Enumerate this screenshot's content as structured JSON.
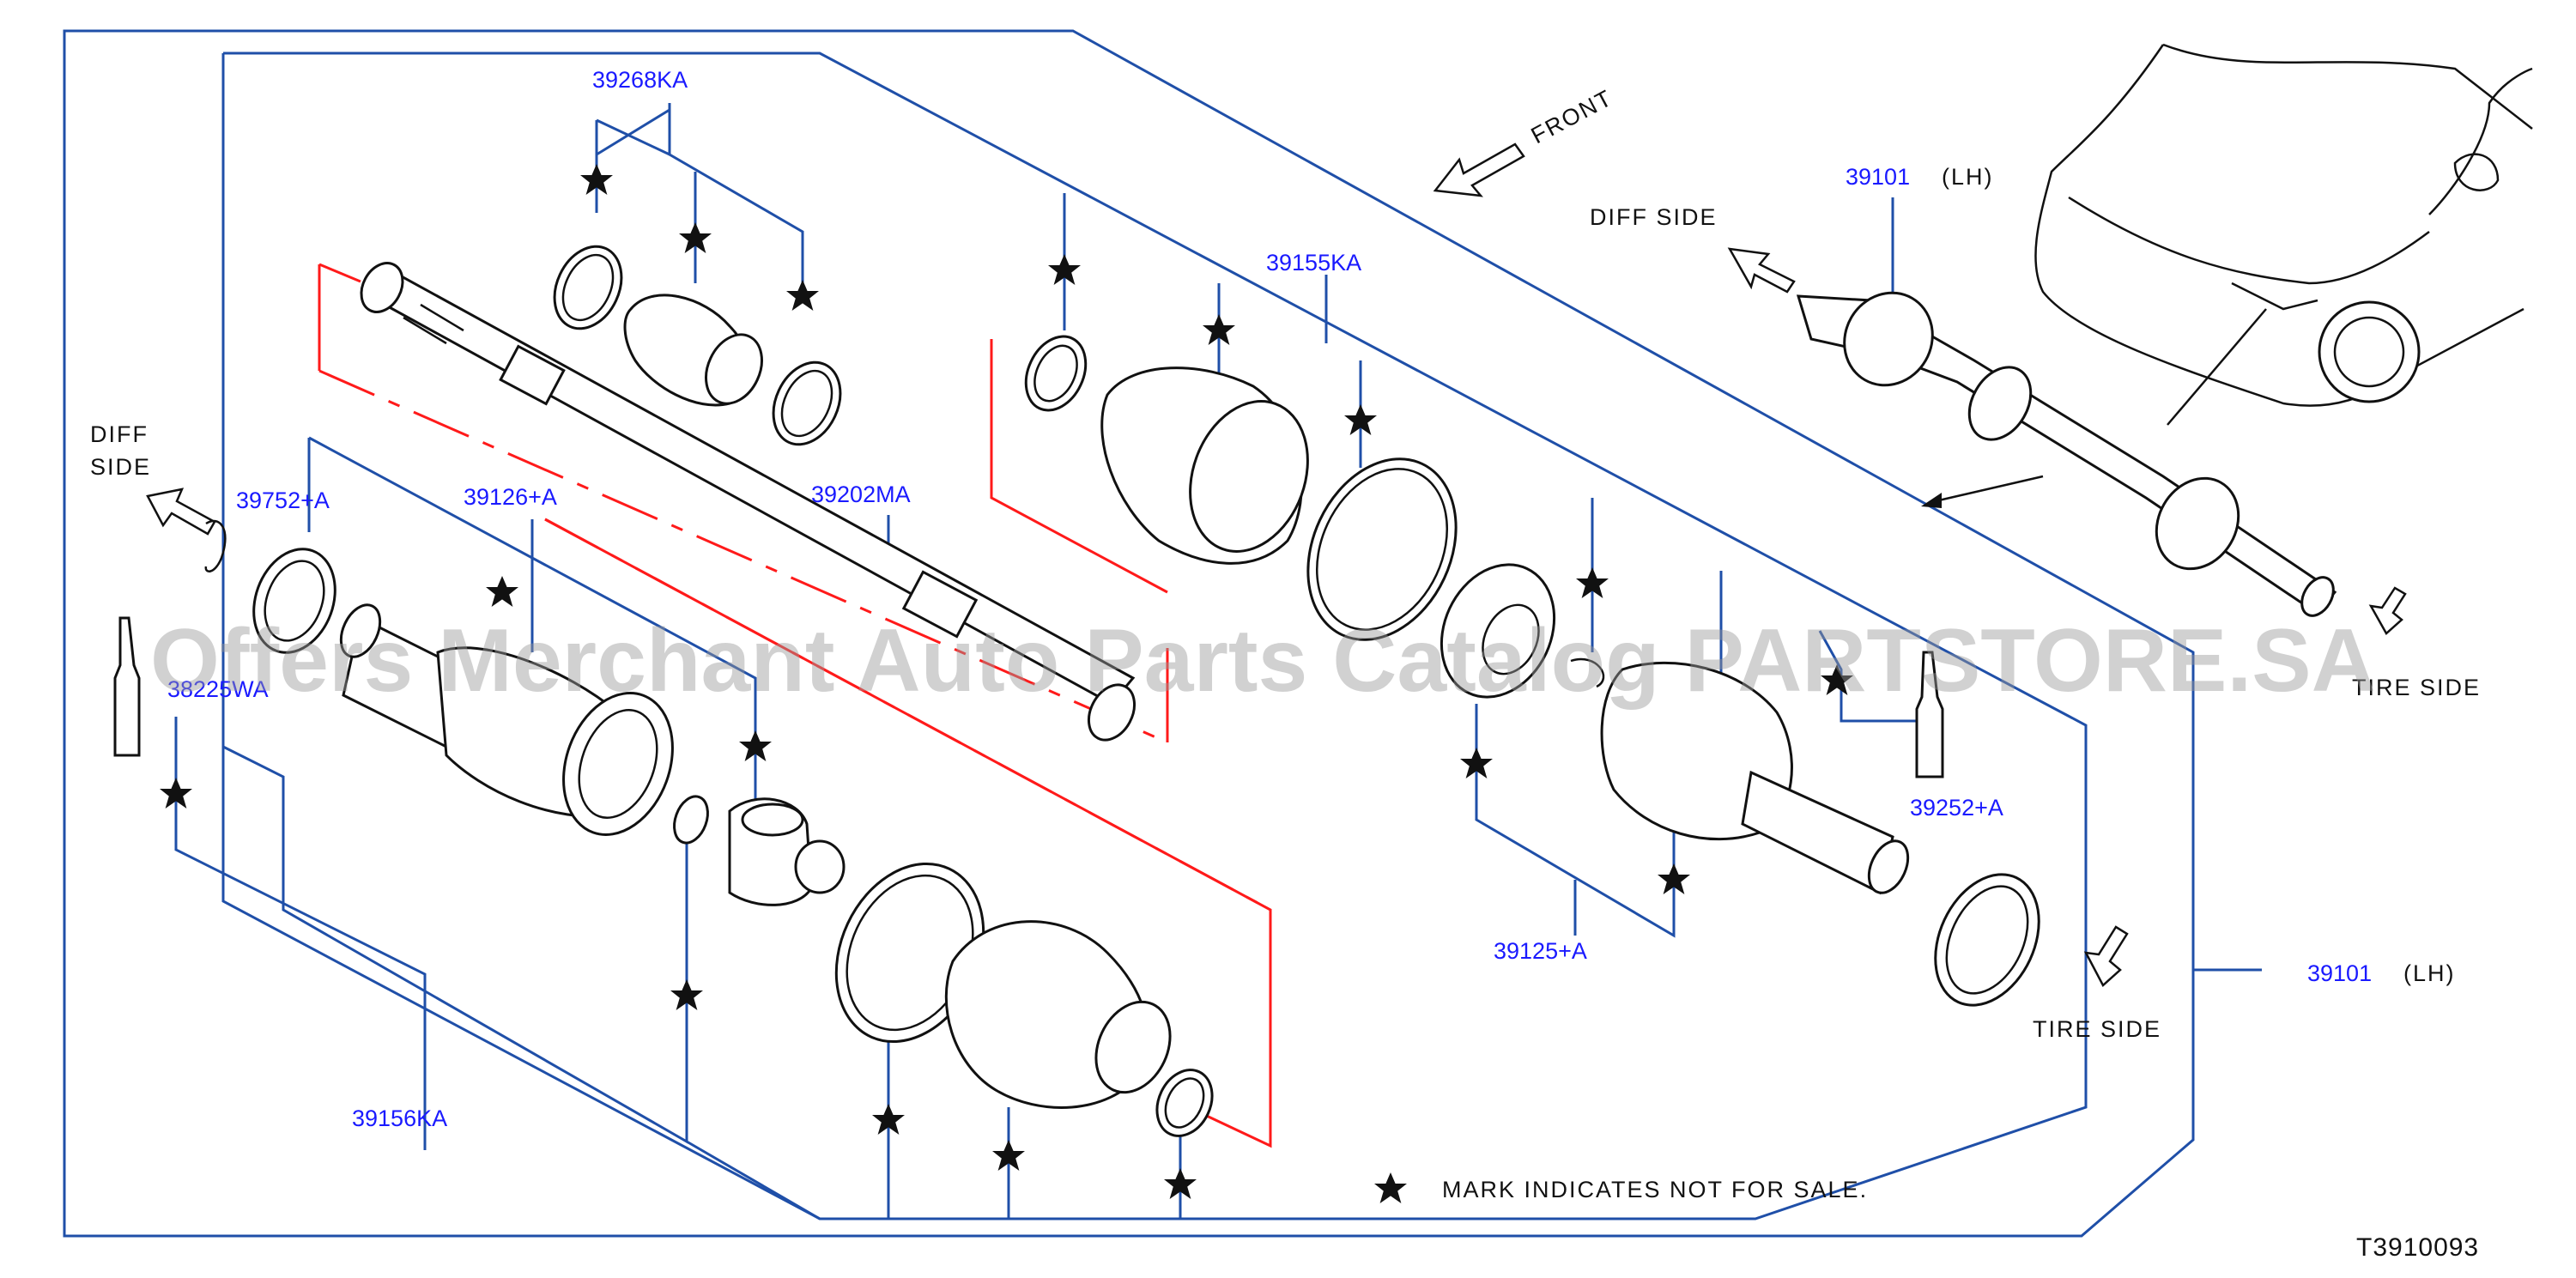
{
  "diagram_code": "T3910093",
  "watermark": "Offers Merchant Auto Parts Catalog PARTSTORE.SA",
  "note": "MARK  INDICATES  NOT  FOR  SALE.",
  "directions": {
    "front": "FRONT",
    "diff_side": "DIFF  SIDE",
    "diff_left_line1": "DIFF",
    "diff_left_line2": "SIDE",
    "tire_side": "TIRE  SIDE",
    "tire_side_upper": "TIRE  SIDE"
  },
  "parts": {
    "p39268KA": "39268KA",
    "p39155KA": "39155KA",
    "p39752A": "39752+A",
    "p39126A": "39126+A",
    "p39202MA": "39202MA",
    "p38225WA": "38225WA",
    "p39252A": "39252+A",
    "p39125A": "39125+A",
    "p39156KA": "39156KA",
    "p39101_top": "39101",
    "p39101_right": "39101"
  },
  "side_tag": "(LH)"
}
